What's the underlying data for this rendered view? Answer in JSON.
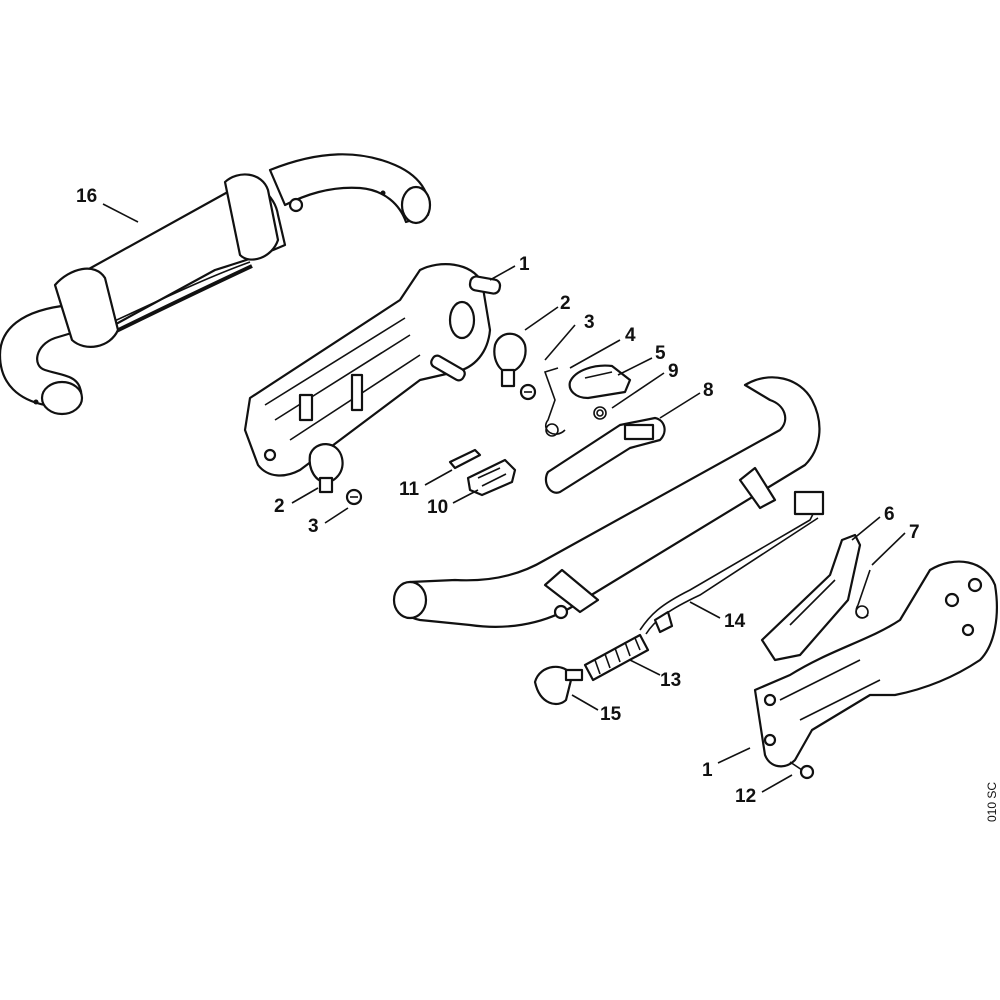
{
  "diagram_code": "010 SC",
  "callouts": [
    {
      "id": "c16",
      "text": "16"
    },
    {
      "id": "c1a",
      "text": "1"
    },
    {
      "id": "c2a",
      "text": "2"
    },
    {
      "id": "c3a",
      "text": "3"
    },
    {
      "id": "c4",
      "text": "4"
    },
    {
      "id": "c5",
      "text": "5"
    },
    {
      "id": "c9",
      "text": "9"
    },
    {
      "id": "c8",
      "text": "8"
    },
    {
      "id": "c11",
      "text": "11"
    },
    {
      "id": "c10",
      "text": "10"
    },
    {
      "id": "c2b",
      "text": "2"
    },
    {
      "id": "c3b",
      "text": "3"
    },
    {
      "id": "c6",
      "text": "6"
    },
    {
      "id": "c7",
      "text": "7"
    },
    {
      "id": "c14",
      "text": "14"
    },
    {
      "id": "c13",
      "text": "13"
    },
    {
      "id": "c15",
      "text": "15"
    },
    {
      "id": "c1b",
      "text": "1"
    },
    {
      "id": "c12",
      "text": "12"
    }
  ]
}
